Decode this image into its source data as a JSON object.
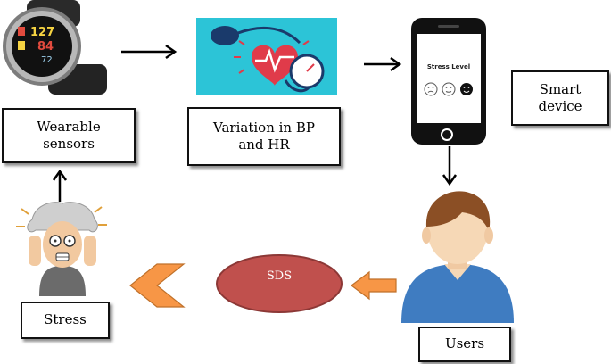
{
  "watch": {
    "reading_top": "127",
    "reading_mid": "84",
    "reading_bottom": "72"
  },
  "phone": {
    "screen_title": "Stress Level"
  },
  "labels": {
    "wearable": "Wearable\nsensors",
    "variation": "Variation in BP\nand HR",
    "smart_device": "Smart\ndevice",
    "users": "Users",
    "stress": "Stress",
    "sds": "SDS"
  },
  "colors": {
    "sds_fill": "#c0504d",
    "sds_stroke": "#8c3836",
    "orange_arrow": "#f79646",
    "panel_bg": "#2cc4d7",
    "heart": "#e03b4a",
    "user_shirt": "#3f7cc1",
    "user_hair": "#8b4f25"
  }
}
